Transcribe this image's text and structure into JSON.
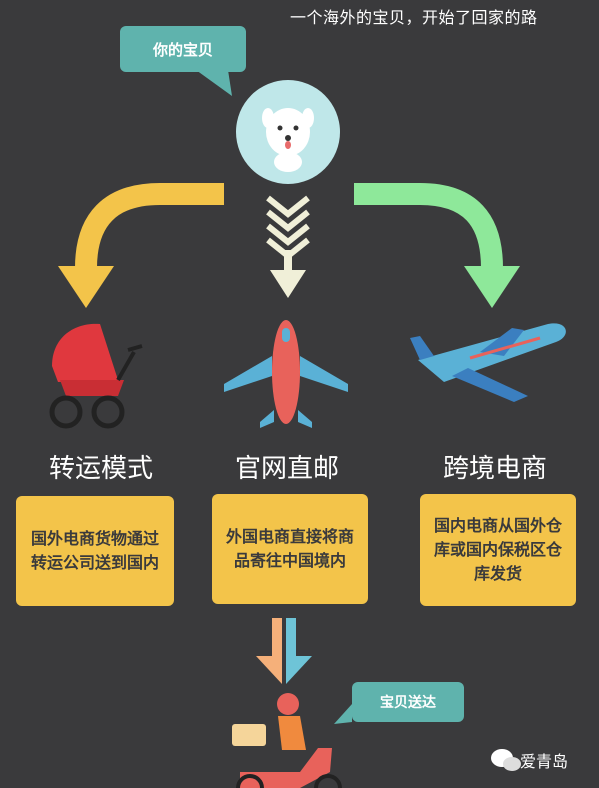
{
  "caption": "一个海外的宝贝，开始了回家的路",
  "bubble_top": "你的宝贝",
  "bubble_bottom": "宝贝送达",
  "modes": [
    {
      "title": "转运模式",
      "desc": "国外电商货物通过转运公司送到国内"
    },
    {
      "title": "官网直邮",
      "desc": "外国电商直接将商品寄往中国境内"
    },
    {
      "title": "跨境电商",
      "desc": "国内电商从国外仓库或国内保税区仓库发货"
    }
  ],
  "watermark": "爱青岛",
  "icons": {
    "top": "dog-icon",
    "left": "stroller-icon",
    "center": "airplane-top-icon",
    "right": "airplane-side-icon",
    "bottom": "delivery-scooter-icon",
    "watermark": "wechat-icon"
  },
  "colors": {
    "background": "#3a3a3c",
    "arrow_left": "#f3c44a",
    "arrow_center": "#f0efd8",
    "arrow_right": "#8ee89a",
    "box": "#f3c44a",
    "bubble": "#5fb3ad"
  }
}
